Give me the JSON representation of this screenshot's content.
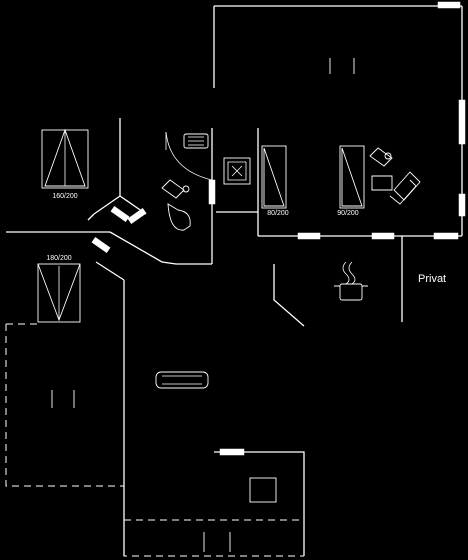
{
  "labels": {
    "bed_left": "160/200",
    "bed_lower_left": "180/200",
    "bed_mid": "80/200",
    "bed_right": "90/200",
    "private": "Privat"
  },
  "colors": {
    "background": "#000000",
    "lines": "#ffffff"
  }
}
